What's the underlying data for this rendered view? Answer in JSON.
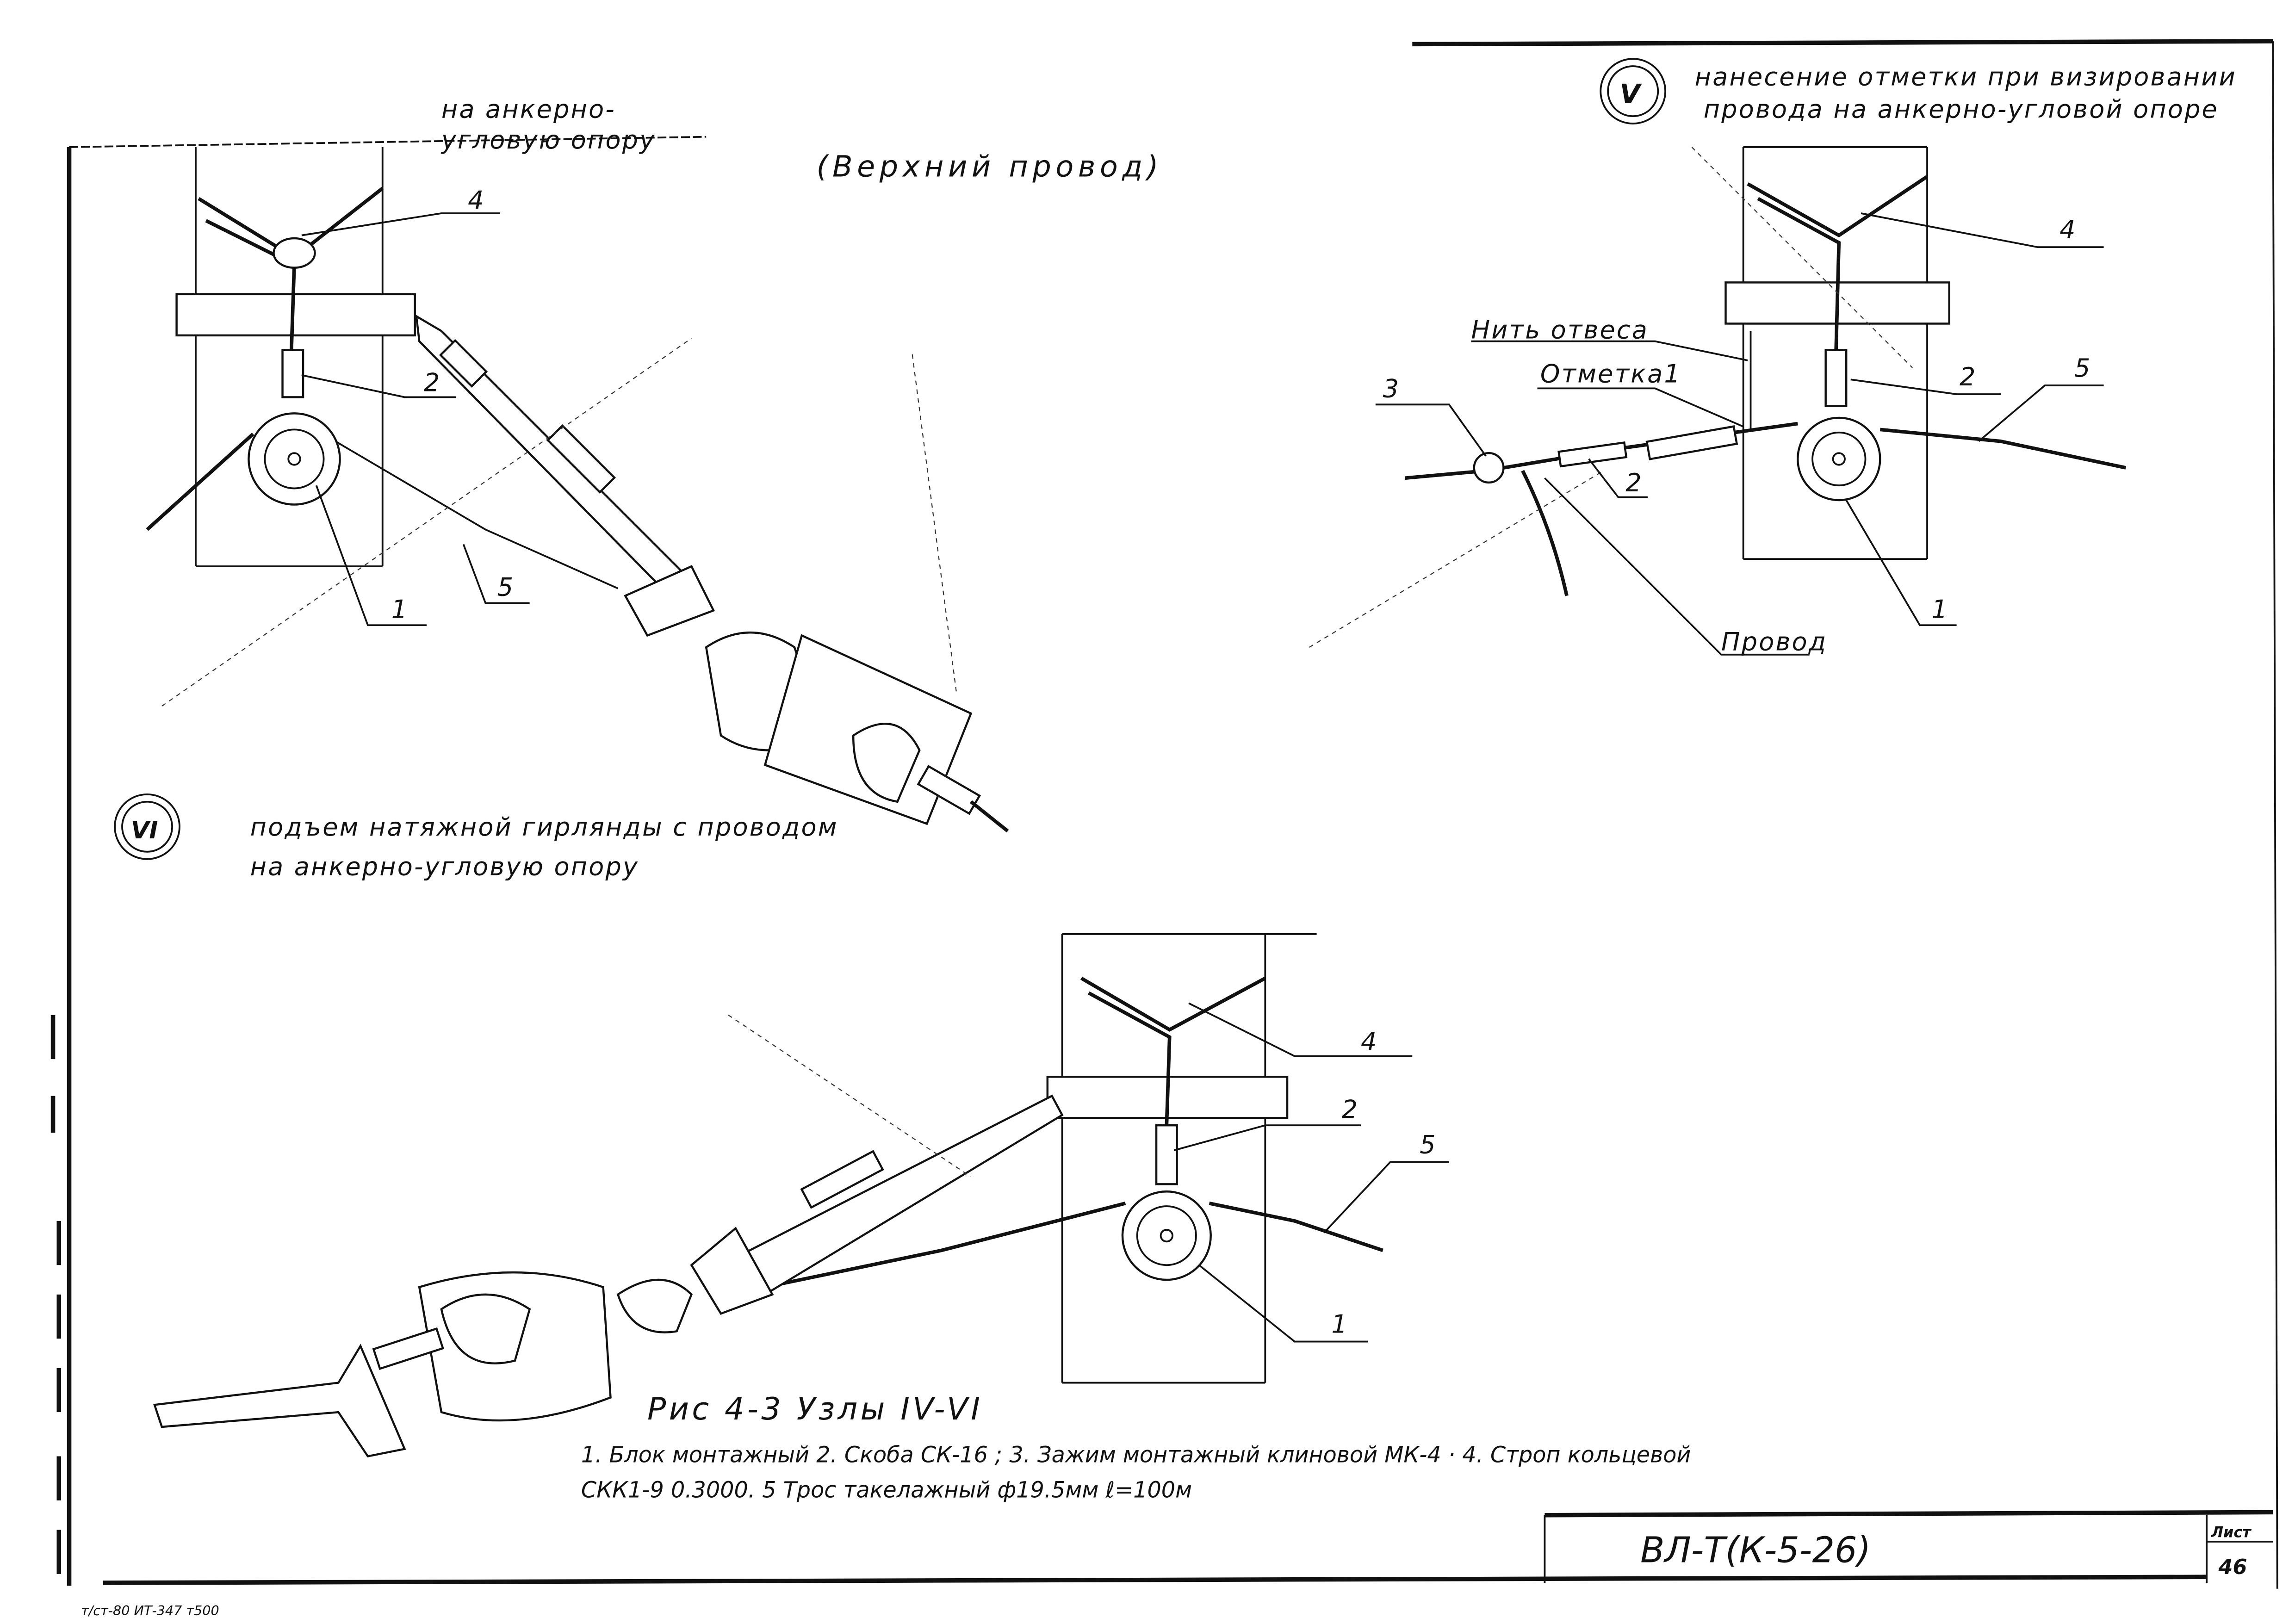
{
  "header_fragment": {
    "line1": "на анкерно-",
    "line2": "угловую опору"
  },
  "upper_wire_note": "(Верхний провод)",
  "node_v": {
    "marker": "V",
    "title_line1": "нанесение отметки при визировании",
    "title_line2": "провода на анкерно-угловой опоре",
    "labels": {
      "l3": "3",
      "l2a": "2",
      "l4": "4",
      "l2b": "2",
      "l5": "5",
      "l1": "1",
      "plumb": "Нить отвеса",
      "mark": "Отметка1",
      "wire": "Провод"
    }
  },
  "node_iv": {
    "labels": {
      "l4": "4",
      "l2": "2",
      "l1": "1",
      "l5": "5"
    }
  },
  "node_vi": {
    "marker": "VI",
    "title_line1": "подъем натяжной гирлянды с проводом",
    "title_line2": "на анкерно-угловую опору",
    "labels": {
      "l4": "4",
      "l2": "2",
      "l5": "5",
      "l1": "1"
    }
  },
  "caption": {
    "title": "Рис 4-3  Узлы IV-VI",
    "legend_line1": "1. Блок монтажный   2. Скоба СК-16 ;  3. Зажим монтажный  клиновой МК-4 · 4. Строп кольцевой",
    "legend_line2": "СКК1-9 0.3000.  5 Трос такелажный  ф19.5мм  ℓ=100м"
  },
  "title_block": {
    "code": "ВЛ-Т(К-5-26)",
    "sheet_label": "Лист",
    "sheet_number": "46"
  },
  "footer_note": "т/ст-80 ИТ-347 т500"
}
